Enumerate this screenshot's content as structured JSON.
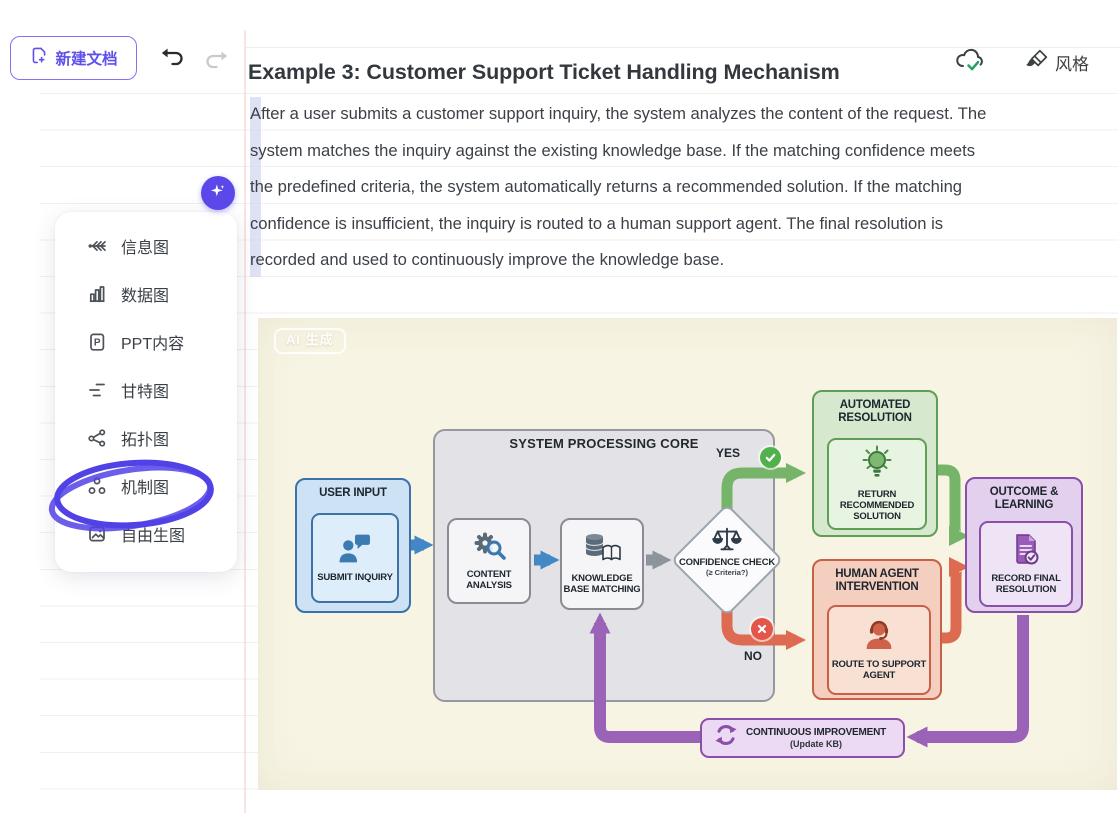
{
  "toolbar": {
    "new_doc_label": "新建文档"
  },
  "header_icons": {
    "style_label": "风格"
  },
  "menu": {
    "items": [
      {
        "label": "信息图",
        "icon": "fishbone-icon"
      },
      {
        "label": "数据图",
        "icon": "bar-chart-icon"
      },
      {
        "label": "PPT内容",
        "icon": "ppt-doc-icon"
      },
      {
        "label": "甘特图",
        "icon": "gantt-icon"
      },
      {
        "label": "拓扑图",
        "icon": "topology-icon"
      },
      {
        "label": "机制图",
        "icon": "mechanism-icon"
      },
      {
        "label": "自由生图",
        "icon": "image-icon"
      }
    ]
  },
  "document": {
    "heading": "Example 3: Customer Support Ticket Handling Mechanism",
    "paragraph_lines": [
      "After a user submits a customer support inquiry, the system analyzes the content of the request. The",
      "system matches the inquiry against the existing knowledge base. If the matching confidence meets",
      "the predefined criteria, the system automatically returns a recommended solution. If the matching",
      "confidence is insufficient, the inquiry is routed to a human support agent. The final resolution is",
      "recorded and used to continuously improve the knowledge base."
    ]
  },
  "diagram": {
    "watermark": "AI 生成",
    "user_input": {
      "title": "USER INPUT",
      "caption": "SUBMIT INQUIRY"
    },
    "core": {
      "title": "SYSTEM PROCESSING CORE"
    },
    "content_analysis": {
      "caption": "CONTENT ANALYSIS"
    },
    "kb_matching": {
      "caption": "KNOWLEDGE BASE MATCHING"
    },
    "confidence": {
      "title": "CONFIDENCE CHECK",
      "subtitle": "(≥ Criteria?)"
    },
    "yes_label": "YES",
    "no_label": "NO",
    "automated": {
      "title": "AUTOMATED RESOLUTION",
      "caption": "RETURN RECOMMENDED SOLUTION"
    },
    "human": {
      "title": "HUMAN AGENT INTERVENTION",
      "caption": "ROUTE TO SUPPORT AGENT"
    },
    "outcome": {
      "title": "OUTCOME & LEARNING",
      "caption": "RECORD FINAL RESOLUTION"
    },
    "improvement": {
      "title": "CONTINUOUS IMPROVEMENT",
      "subtitle": "(Update KB)"
    }
  },
  "colors": {
    "annotation_purple": "#5142e6",
    "accent_purple": "#5e50ea",
    "sync_check_green": "#23a25d",
    "diagram_background": "#f8f4e3"
  }
}
